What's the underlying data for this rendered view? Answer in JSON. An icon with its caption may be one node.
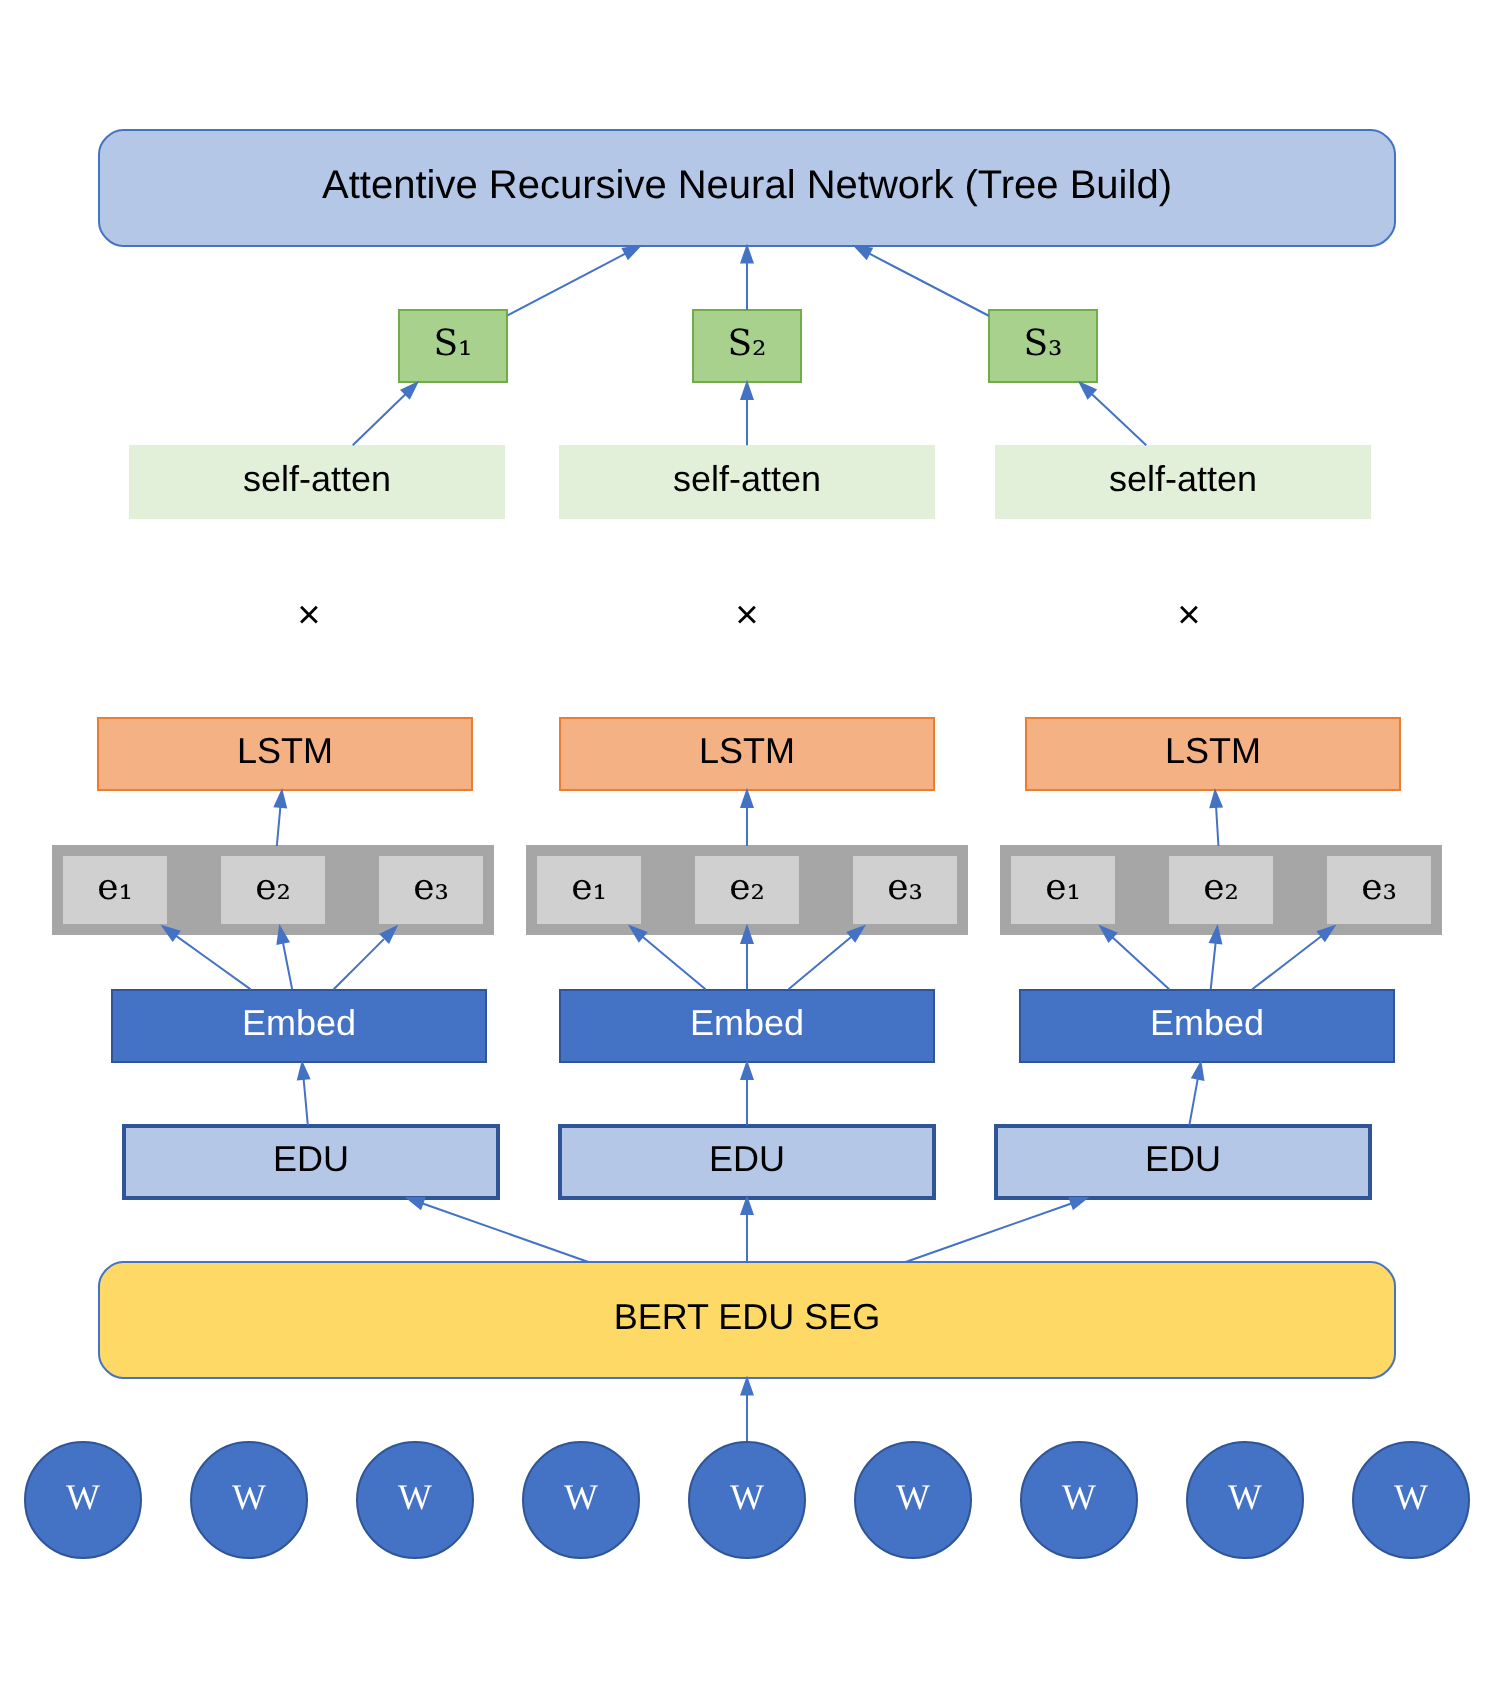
{
  "diagram": {
    "nodes": [
      {
        "text": [
          "Attentive Recursive Neural Network (Tree Build)"
        ]
      },
      {
        "text": [
          "S₁"
        ]
      },
      {
        "text": [
          "S₂"
        ]
      },
      {
        "text": [
          "S₃"
        ]
      },
      {
        "text": [
          "self-atten"
        ]
      },
      {
        "text": [
          "self-atten"
        ]
      },
      {
        "text": [
          "self-atten"
        ]
      },
      {
        "text": [
          "LSTM"
        ]
      },
      {
        "text": [
          "LSTM"
        ]
      },
      {
        "text": [
          "LSTM"
        ]
      },
      {
        "text": [],
        "shape": "bar"
      },
      {
        "text": [
          "e₁"
        ],
        "in": 10
      },
      {
        "text": [
          "e₂"
        ],
        "in": 10
      },
      {
        "text": [
          "e₃"
        ],
        "in": 10
      },
      {
        "text": [],
        "shape": "bar"
      },
      {
        "text": [
          "e₁"
        ],
        "in": 14
      },
      {
        "text": [
          "e₂"
        ],
        "in": 14
      },
      {
        "text": [
          "e₃"
        ],
        "in": 14
      },
      {
        "text": [],
        "shape": "bar"
      },
      {
        "text": [
          "e₁"
        ],
        "in": 18
      },
      {
        "text": [
          "e₂"
        ],
        "in": 18
      },
      {
        "text": [
          "e₃"
        ],
        "in": 18
      },
      {
        "text": [
          "Embed"
        ]
      },
      {
        "text": [
          "Embed"
        ]
      },
      {
        "text": [
          "Embed"
        ]
      },
      {
        "text": [
          "EDU"
        ]
      },
      {
        "text": [
          "EDU"
        ]
      },
      {
        "text": [
          "EDU"
        ]
      },
      {
        "text": [
          "BERT EDU SEG"
        ]
      },
      {
        "text": [
          "W"
        ]
      },
      {
        "text": [
          "W"
        ]
      },
      {
        "text": [
          "W"
        ]
      },
      {
        "text": [
          "W"
        ]
      },
      {
        "text": [
          "W"
        ]
      },
      {
        "text": [
          "W"
        ]
      },
      {
        "text": [
          "W"
        ]
      },
      {
        "text": [
          "W"
        ]
      },
      {
        "text": [
          "W"
        ]
      }
    ],
    "edges": [
      {
        "from": 1,
        "to": 0,
        "arrow": "to"
      },
      {
        "from": 2,
        "to": 0,
        "arrow": "to"
      },
      {
        "from": 3,
        "to": 0,
        "arrow": "to"
      },
      {
        "from": 4,
        "to": 1,
        "arrow": "to"
      },
      {
        "from": 5,
        "to": 2,
        "arrow": "to"
      },
      {
        "from": 6,
        "to": 3,
        "arrow": "to"
      },
      {
        "from": 10,
        "to": 7,
        "arrow": "to"
      },
      {
        "from": 14,
        "to": 8,
        "arrow": "to"
      },
      {
        "from": 18,
        "to": 9,
        "arrow": "to"
      },
      {
        "from": 22,
        "to": 11,
        "arrow": "to"
      },
      {
        "from": 22,
        "to": 12,
        "arrow": "to"
      },
      {
        "from": 22,
        "to": 13,
        "arrow": "to"
      },
      {
        "from": 23,
        "to": 15,
        "arrow": "to"
      },
      {
        "from": 23,
        "to": 16,
        "arrow": "to"
      },
      {
        "from": 23,
        "to": 17,
        "arrow": "to"
      },
      {
        "from": 24,
        "to": 19,
        "arrow": "to"
      },
      {
        "from": 24,
        "to": 20,
        "arrow": "to"
      },
      {
        "from": 24,
        "to": 21,
        "arrow": "to"
      },
      {
        "from": 25,
        "to": 22,
        "arrow": "to"
      },
      {
        "from": 26,
        "to": 23,
        "arrow": "to"
      },
      {
        "from": 27,
        "to": 24,
        "arrow": "to"
      },
      {
        "from": 28,
        "to": 25,
        "arrow": "to"
      },
      {
        "from": 28,
        "to": 26,
        "arrow": "to"
      },
      {
        "from": 28,
        "to": 27,
        "arrow": "to"
      },
      {
        "from": 33,
        "to": 28,
        "arrow": "to"
      }
    ],
    "labels": [
      "×",
      "×",
      "×"
    ]
  }
}
